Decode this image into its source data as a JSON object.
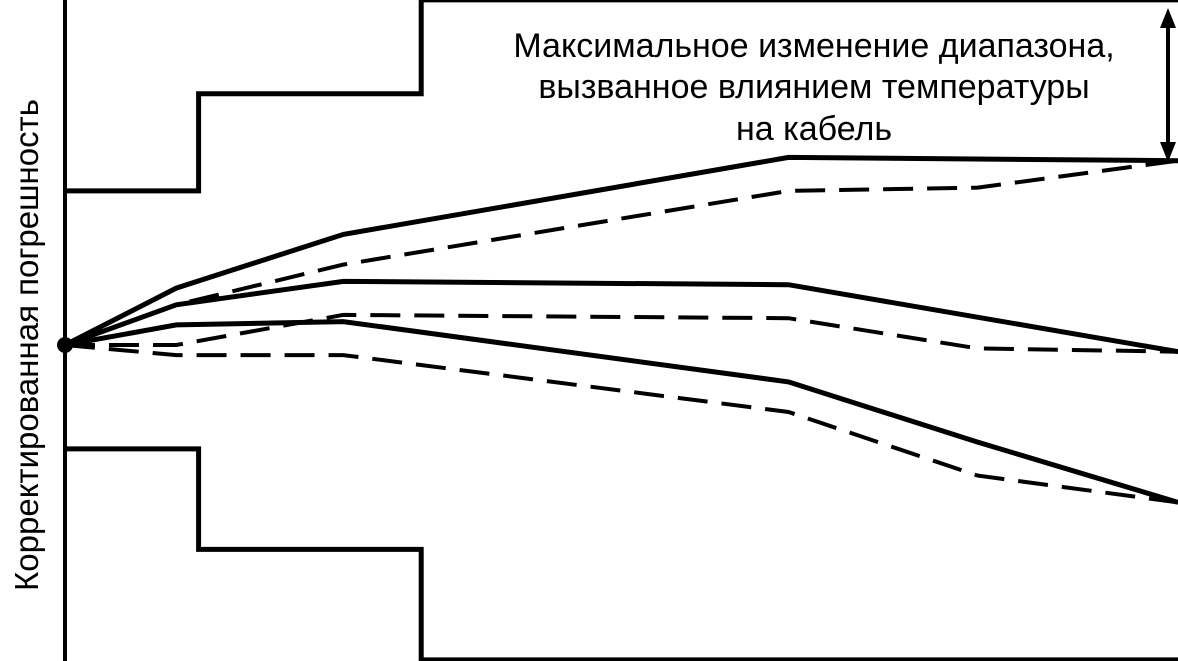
{
  "chart_data": {
    "type": "line",
    "ylabel": "Корректированная погрешность",
    "xlabel": "",
    "annotation": {
      "lines": [
        "Максимальное изменение диапазона,",
        "вызванное влиянием температуры",
        "на кабель"
      ]
    },
    "ylim": [
      -1,
      1
    ],
    "xlim": [
      0,
      100
    ],
    "grid": false,
    "series": [
      {
        "role": "upper-limit",
        "style": "solid-step",
        "x": [
          0,
          12,
          12,
          32,
          32,
          100
        ],
        "y": [
          0.46,
          0.46,
          0.75,
          0.75,
          1.03,
          1.03
        ]
      },
      {
        "role": "lower-limit",
        "style": "solid-step",
        "x": [
          0,
          12,
          12,
          32,
          32,
          100
        ],
        "y": [
          -0.31,
          -0.31,
          -0.61,
          -0.61,
          -0.94,
          -0.94
        ]
      },
      {
        "role": "upper",
        "style": "solid",
        "x": [
          0,
          10,
          25,
          65,
          100
        ],
        "y": [
          0,
          0.17,
          0.33,
          0.56,
          0.55
        ]
      },
      {
        "role": "upper",
        "style": "dashed",
        "x": [
          0,
          10,
          25,
          65,
          82,
          100
        ],
        "y": [
          0,
          0.12,
          0.24,
          0.46,
          0.47,
          0.55
        ]
      },
      {
        "role": "middle",
        "style": "solid",
        "x": [
          0,
          10,
          25,
          65,
          100
        ],
        "y": [
          0,
          0.12,
          0.19,
          0.18,
          -0.02
        ]
      },
      {
        "role": "middle",
        "style": "dashed",
        "x": [
          0,
          10,
          25,
          65,
          82,
          100
        ],
        "y": [
          0,
          0,
          0.09,
          0.08,
          -0.01,
          -0.02
        ]
      },
      {
        "role": "lower",
        "style": "solid",
        "x": [
          0,
          10,
          25,
          65,
          82,
          100
        ],
        "y": [
          0,
          0.06,
          0.07,
          -0.11,
          -0.29,
          -0.47
        ]
      },
      {
        "role": "lower",
        "style": "dashed",
        "x": [
          0,
          10,
          25,
          65,
          82,
          100
        ],
        "y": [
          0,
          -0.03,
          -0.03,
          -0.2,
          -0.39,
          -0.47
        ]
      }
    ]
  },
  "colors": {
    "ink": "#000000",
    "background": "#ffffff"
  }
}
